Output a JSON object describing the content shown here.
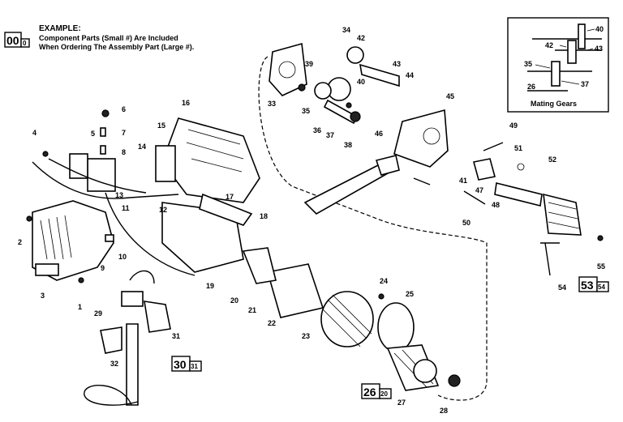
{
  "example": {
    "title": "EXAMPLE:",
    "line1": "Component Parts (Small #) Are Included",
    "line2": "When Ordering The Assembly Part (Large #).",
    "big": "00",
    "small": "0"
  },
  "inset": {
    "caption": "Mating Gears",
    "labels": [
      "40",
      "42",
      "43",
      "35",
      "37",
      "26"
    ]
  },
  "callouts": [
    "1",
    "2",
    "3",
    "4",
    "5",
    "6",
    "7",
    "8",
    "9",
    "10",
    "11",
    "12",
    "13",
    "14",
    "15",
    "16",
    "17",
    "18",
    "19",
    "20",
    "21",
    "22",
    "23",
    "24",
    "25",
    "27",
    "28",
    "29",
    "31",
    "32",
    "33",
    "34",
    "35",
    "36",
    "37",
    "38",
    "39",
    "40",
    "41",
    "42",
    "43",
    "44",
    "45",
    "46",
    "47",
    "48",
    "49",
    "50",
    "51",
    "52",
    "54",
    "55"
  ],
  "assemblies": [
    {
      "big": "30",
      "small": "31"
    },
    {
      "big": "26",
      "small": "20"
    },
    {
      "big": "53",
      "small": "54"
    }
  ]
}
